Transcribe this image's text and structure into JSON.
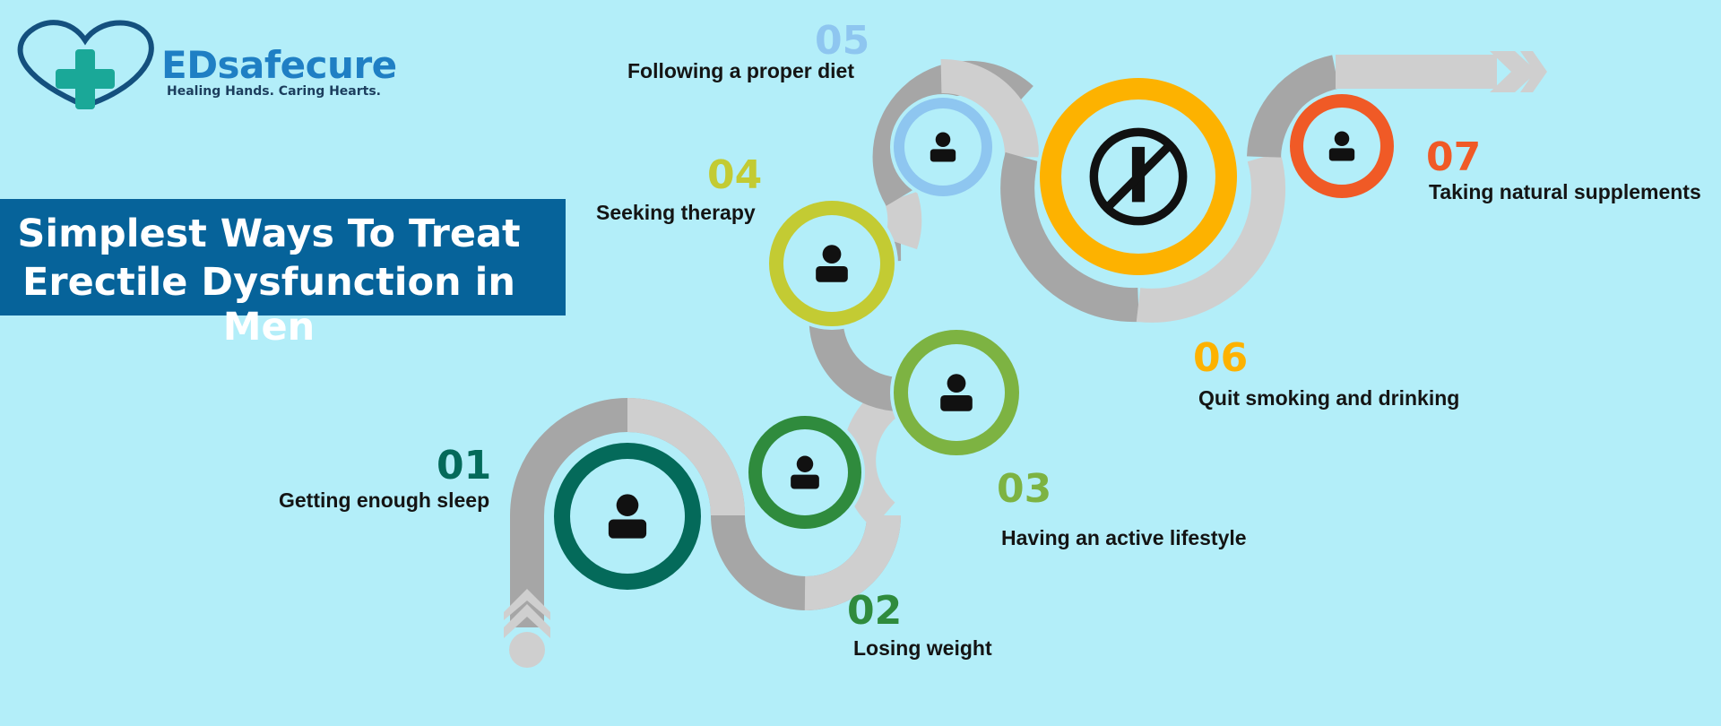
{
  "brand": {
    "name": "EDsafecure",
    "tagline": "Healing Hands. Caring Hearts."
  },
  "title": {
    "line1": "Simplest Ways To Treat",
    "line2": "Erectile Dysfunction in Men"
  },
  "steps": [
    {
      "number": "01",
      "label": "Getting enough sleep",
      "color": "#046a5a",
      "icon": "sleeping-person-icon"
    },
    {
      "number": "02",
      "label": "Losing weight",
      "color": "#2f8b3d",
      "icon": "waist-slimming-icon"
    },
    {
      "number": "03",
      "label": "Having an active lifestyle",
      "color": "#7db342",
      "icon": "activities-icon"
    },
    {
      "number": "04",
      "label": "Seeking therapy",
      "color": "#c3cb33",
      "icon": "head-thought-icon"
    },
    {
      "number": "05",
      "label": "Following a proper diet",
      "color": "#8ec6f0",
      "icon": "diet-plan-icon"
    },
    {
      "number": "06",
      "label": "Quit smoking and drinking",
      "color": "#fdb200",
      "icon": "no-smoking-drinking-icon"
    },
    {
      "number": "07",
      "label": "Taking natural supplements",
      "color": "#f05a26",
      "icon": "herbal-supplement-icon"
    }
  ],
  "colors": {
    "background": "#b3eef9",
    "banner": "#06639a",
    "path_dark": "#a6a6a6",
    "path_light": "#cfcfcf"
  }
}
